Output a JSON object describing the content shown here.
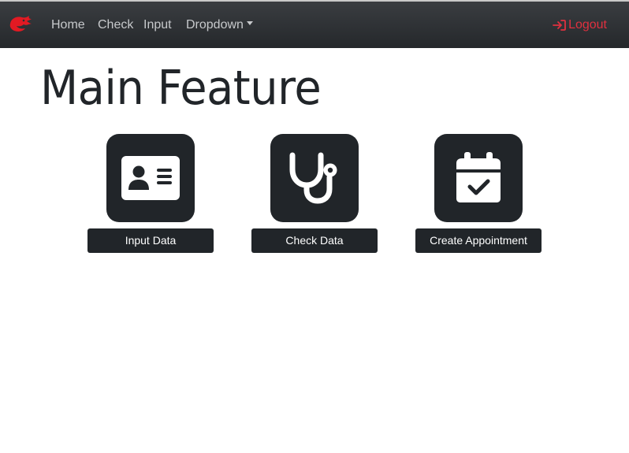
{
  "navbar": {
    "brand_icon": "red-dragon-logo-icon",
    "links": [
      {
        "label": "Home"
      },
      {
        "label": "Check"
      },
      {
        "label": "Input"
      },
      {
        "label": "Dropdown"
      }
    ],
    "logout_label": "Logout",
    "logout_icon": "sign-in-arrow-icon"
  },
  "main": {
    "title": "Main Feature",
    "features": [
      {
        "label": "Input Data",
        "icon": "id-card-icon"
      },
      {
        "label": "Check Data",
        "icon": "stethoscope-icon"
      },
      {
        "label": "Create Appointment",
        "icon": "calendar-check-icon"
      }
    ]
  },
  "colors": {
    "navbar_bg": "#2c2f33",
    "nav_text": "#c7c9cc",
    "logout_red": "#e0303f",
    "tile_dark": "#212529",
    "page_bg": "#ffffff"
  }
}
